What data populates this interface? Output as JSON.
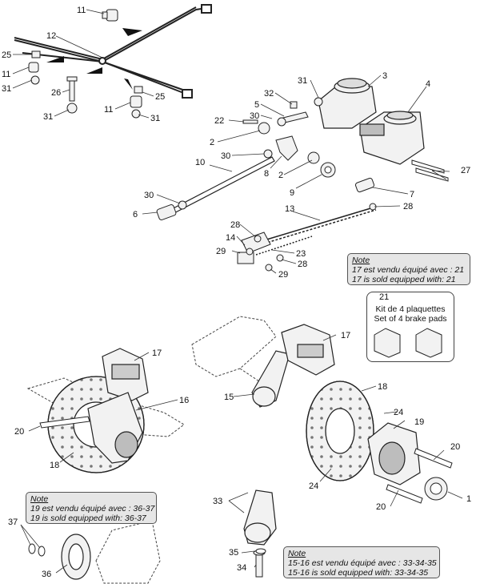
{
  "diagram": {
    "callouts": [
      "1",
      "2",
      "3",
      "4",
      "5",
      "6",
      "7",
      "8",
      "9",
      "10",
      "11",
      "12",
      "13",
      "14",
      "15",
      "16",
      "17",
      "18",
      "19",
      "20",
      "21",
      "22",
      "23",
      "24",
      "25",
      "26",
      "27",
      "28",
      "29",
      "30",
      "31",
      "32",
      "33",
      "34",
      "35",
      "36",
      "37"
    ]
  },
  "notes": {
    "note_17": {
      "title": "Note",
      "line_fr": "17 est vendu équipé avec : 21",
      "line_en": "17 is sold equipped with: 21"
    },
    "kit_21": {
      "number": "21",
      "line_fr": "Kit de 4 plaquettes",
      "line_en": "Set of 4 brake pads"
    },
    "note_19": {
      "title": "Note",
      "line_fr": "19 est vendu équipé avec : 36-37",
      "line_en": "19 is sold equipped with: 36-37"
    },
    "note_1516": {
      "title": "Note",
      "line_fr": "15-16 est vendu équipé avec : 33-34-35",
      "line_en": "15-16 is sold equipped with: 33-34-35"
    }
  },
  "colors": {
    "line": "#222222",
    "part_fill": "#f2f2f2",
    "part_shade": "#bdbdbd",
    "note_bg": "#e6e6e6"
  }
}
